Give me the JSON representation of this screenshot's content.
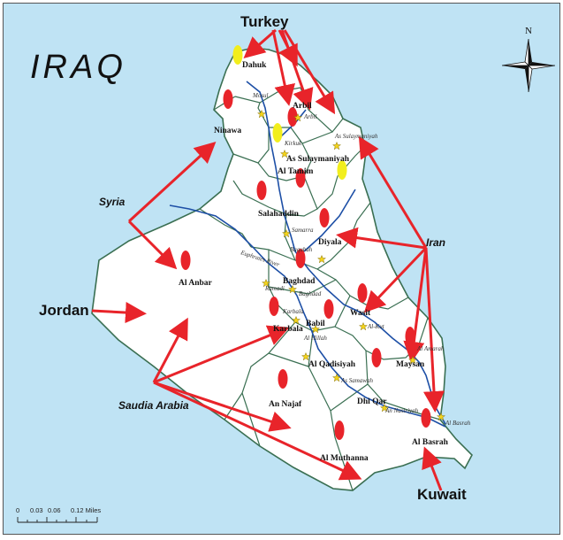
{
  "title": "IRAQ",
  "colors": {
    "water": "#bfe3f4",
    "land": "#ffffff",
    "border": "#3a6f52",
    "river": "#1d4fa6",
    "arrow": "#e8242a",
    "marker_red": "#e8242a",
    "marker_yellow": "#f2ee1d",
    "star": "#f4d41c"
  },
  "neighbors": [
    {
      "id": "turkey",
      "label": "Turkey"
    },
    {
      "id": "syria",
      "label": "Syria"
    },
    {
      "id": "jordan",
      "label": "Jordan"
    },
    {
      "id": "iran",
      "label": "Iran"
    },
    {
      "id": "saudi",
      "label": "Saudia Arabia"
    },
    {
      "id": "kuwait",
      "label": "Kuwait"
    }
  ],
  "provinces": [
    {
      "id": "dahuk",
      "label": "Dahuk"
    },
    {
      "id": "ninawa",
      "label": "Ninawa"
    },
    {
      "id": "arbil",
      "label": "Arbil"
    },
    {
      "id": "sulaymaniyah",
      "label": "As Sulaymaniyah"
    },
    {
      "id": "tamim",
      "label": "Al Tamim"
    },
    {
      "id": "salahaddin",
      "label": "Salahaddin"
    },
    {
      "id": "diyala",
      "label": "Diyala"
    },
    {
      "id": "anbar",
      "label": "Al Anbar"
    },
    {
      "id": "baghdad",
      "label": "Baghdad"
    },
    {
      "id": "wasit",
      "label": "Wasit"
    },
    {
      "id": "babil",
      "label": "Babil"
    },
    {
      "id": "karbala",
      "label": "Karbala"
    },
    {
      "id": "qadisiyah",
      "label": "Al Qadisiyah"
    },
    {
      "id": "maysan",
      "label": "Maysan"
    },
    {
      "id": "najaf",
      "label": "An Najaf"
    },
    {
      "id": "dhiqar",
      "label": "Dhi Qar"
    },
    {
      "id": "basrah",
      "label": "Al Basrah"
    },
    {
      "id": "muthanna",
      "label": "Al Muthanna"
    }
  ],
  "cities": [
    {
      "id": "mosul",
      "label": "Mosul"
    },
    {
      "id": "arbil",
      "label": "Arbil"
    },
    {
      "id": "kirkuk",
      "label": "Kirkuk"
    },
    {
      "id": "sulaymaniyah",
      "label": "As Sulaymaniyah"
    },
    {
      "id": "samarra",
      "label": "Samarra"
    },
    {
      "id": "baqubah",
      "label": "Baqubah"
    },
    {
      "id": "ramadi",
      "label": "Ramadi"
    },
    {
      "id": "baghdad",
      "label": "Baghdad"
    },
    {
      "id": "karbala",
      "label": "Karbala"
    },
    {
      "id": "hillah",
      "label": "Al Hillah"
    },
    {
      "id": "kut",
      "label": "Al-Kut"
    },
    {
      "id": "samawah",
      "label": "As Samawah"
    },
    {
      "id": "amarah",
      "label": "Al Amarah"
    },
    {
      "id": "nasiriyah",
      "label": "An Nasiriyah"
    },
    {
      "id": "basrah",
      "label": "Al Basrah"
    },
    {
      "id": "euphrates",
      "label": "Euphrates River"
    }
  ],
  "scale_bar": {
    "labels": [
      "0",
      "0.03",
      "0.06",
      "0.12 Miles"
    ]
  },
  "north_arrow": {
    "label": "N"
  }
}
